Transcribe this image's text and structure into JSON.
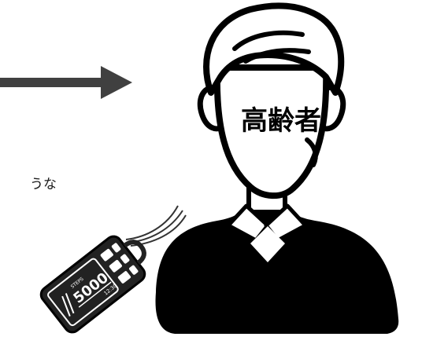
{
  "person": {
    "label": "高齢者"
  },
  "side_text": "うな",
  "device": {
    "steps_label": "STEPS",
    "steps_value": "5000",
    "time": "12:30"
  },
  "colors": {
    "ink": "#000000",
    "arrow": "#404040",
    "background": "#ffffff"
  }
}
